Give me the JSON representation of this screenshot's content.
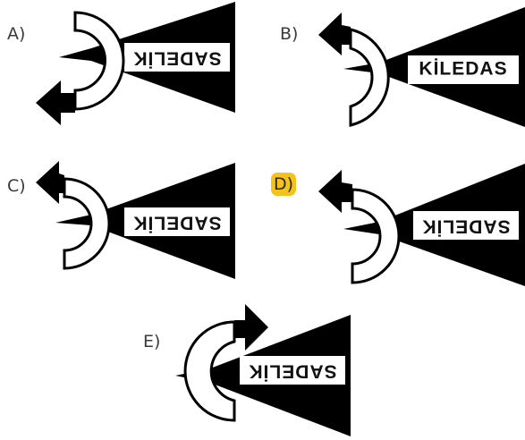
{
  "options": [
    {
      "label": "A)",
      "word": "SADELİK",
      "highlighted": false
    },
    {
      "label": "B)",
      "word": "KİLEDAS",
      "highlighted": false
    },
    {
      "label": "C)",
      "word": "SADELİK",
      "highlighted": false
    },
    {
      "label": "D)",
      "word": "SADELİK",
      "highlighted": true
    },
    {
      "label": "E)",
      "word": "SADELİK",
      "highlighted": false
    }
  ],
  "colors": {
    "highlight": "#f4c21a",
    "shape": "#000000",
    "background": "#ffffff"
  }
}
